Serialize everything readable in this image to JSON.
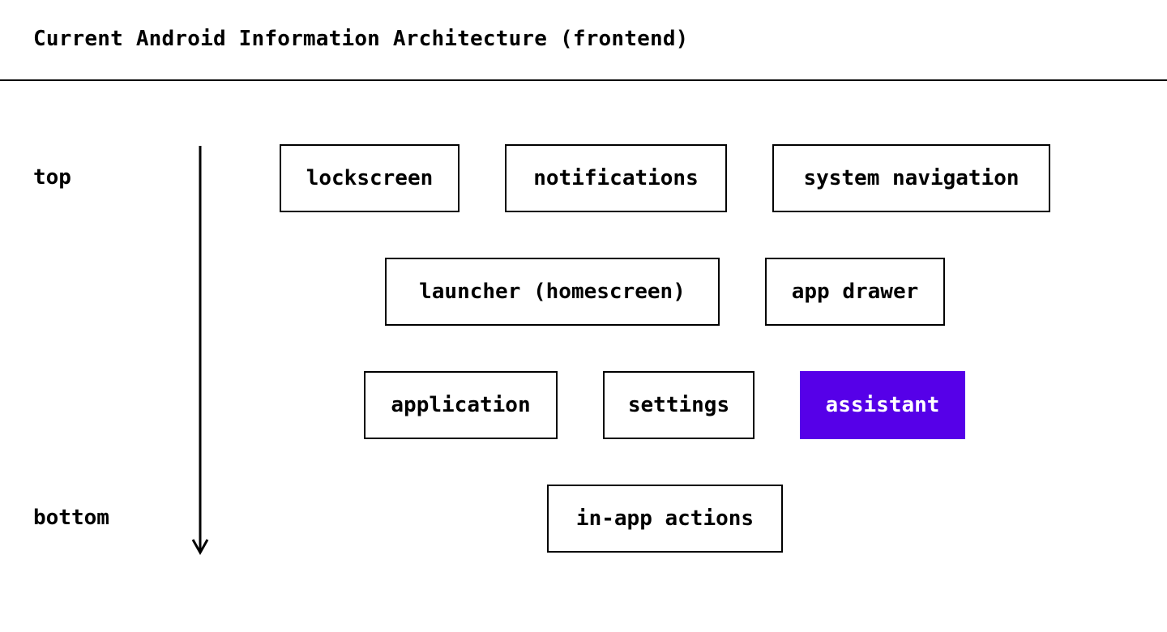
{
  "title": "Current Android Information Architecture (frontend)",
  "axis": {
    "top_label": "top",
    "bottom_label": "bottom"
  },
  "colors": {
    "highlight": "#5600E8",
    "ink": "#000000",
    "background": "#FFFFFF"
  },
  "layers": {
    "row1": [
      "lockscreen",
      "notifications",
      "system navigation"
    ],
    "row2": [
      "launcher (homescreen)",
      "app drawer"
    ],
    "row3": [
      "application",
      "settings",
      "assistant"
    ],
    "row4": [
      "in-app actions"
    ]
  },
  "highlighted_node": "assistant"
}
